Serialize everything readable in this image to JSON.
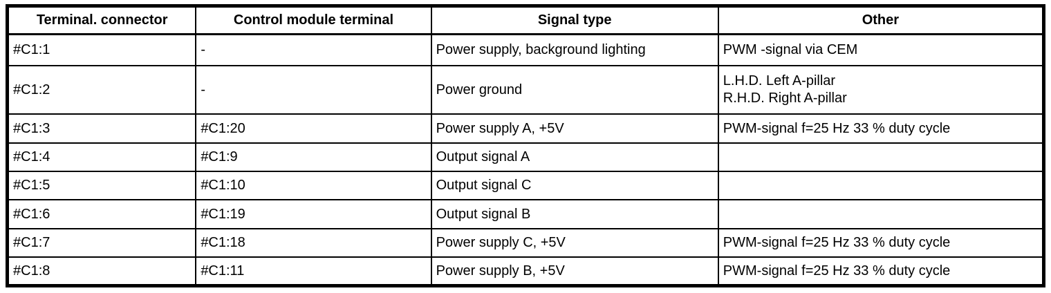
{
  "table": {
    "colors": {
      "border": "#000000",
      "background": "#ffffff",
      "text": "#000000"
    },
    "columns": [
      {
        "label": "Terminal. connector"
      },
      {
        "label": "Control module terminal"
      },
      {
        "label": "Signal type"
      },
      {
        "label": "Other"
      }
    ],
    "rows": [
      {
        "cells": [
          "#C1:1",
          "-",
          "Power supply, background lighting",
          "PWM -signal via CEM"
        ]
      },
      {
        "cells": [
          "#C1:2",
          "-",
          "Power ground",
          "L.H.D. Left A-pillar\nR.H.D. Right A-pillar"
        ]
      },
      {
        "cells": [
          "#C1:3",
          "#C1:20",
          "Power supply A, +5V",
          "PWM-signal f=25 Hz 33 % duty cycle"
        ]
      },
      {
        "cells": [
          "#C1:4",
          "#C1:9",
          "Output signal A",
          ""
        ]
      },
      {
        "cells": [
          "#C1:5",
          "#C1:10",
          "Output signal C",
          ""
        ]
      },
      {
        "cells": [
          "#C1:6",
          "#C1:19",
          "Output signal B",
          ""
        ]
      },
      {
        "cells": [
          "#C1:7",
          "#C1:18",
          "Power supply C, +5V",
          "PWM-signal f=25 Hz 33 % duty cycle"
        ]
      },
      {
        "cells": [
          "#C1:8",
          "#C1:11",
          "Power supply B, +5V",
          "PWM-signal f=25 Hz 33 % duty cycle"
        ]
      }
    ]
  }
}
